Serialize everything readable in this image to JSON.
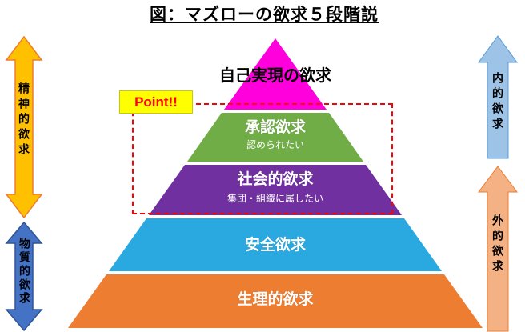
{
  "title": "図：マズローの欲求５段階説",
  "pyramid": {
    "levels": [
      {
        "id": "self-actualization",
        "label": "自己実現の欲求",
        "color": "#FF00DD"
      },
      {
        "id": "esteem",
        "label": "承認欲求",
        "sub": "認められたい",
        "color": "#70AD47"
      },
      {
        "id": "social",
        "label": "社会的欲求",
        "sub": "集団・組織に属したい",
        "color": "#7030A0"
      },
      {
        "id": "safety",
        "label": "安全欲求",
        "color": "#29A9E0"
      },
      {
        "id": "physiological",
        "label": "生理的欲求",
        "color": "#ED7D31"
      }
    ]
  },
  "callout": {
    "label": "Point!!",
    "bg": "#FFFF00",
    "text_color": "#FF0000"
  },
  "arrows": {
    "left": [
      {
        "label": "精神的欲求",
        "color": "#FFC000"
      },
      {
        "label": "物質的欲求",
        "color": "#4472C4"
      }
    ],
    "right": [
      {
        "label": "内的欲求",
        "color": "#9DC3E6"
      },
      {
        "label": "外的欲求",
        "color": "#F4B183"
      }
    ]
  }
}
